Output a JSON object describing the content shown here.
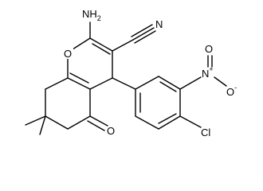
{
  "diagram": {
    "type": "chemical-structure",
    "labels": {
      "amino_N": "NH",
      "amino_sub": "2",
      "ring_O": "O",
      "nitrile_N": "N",
      "ketone_O": "O",
      "nitro_N": "N",
      "nitro_N_charge": "+",
      "nitro_O_top": "O",
      "nitro_O_right": "O",
      "nitro_O_charge": "-",
      "chloro": "Cl"
    }
  }
}
